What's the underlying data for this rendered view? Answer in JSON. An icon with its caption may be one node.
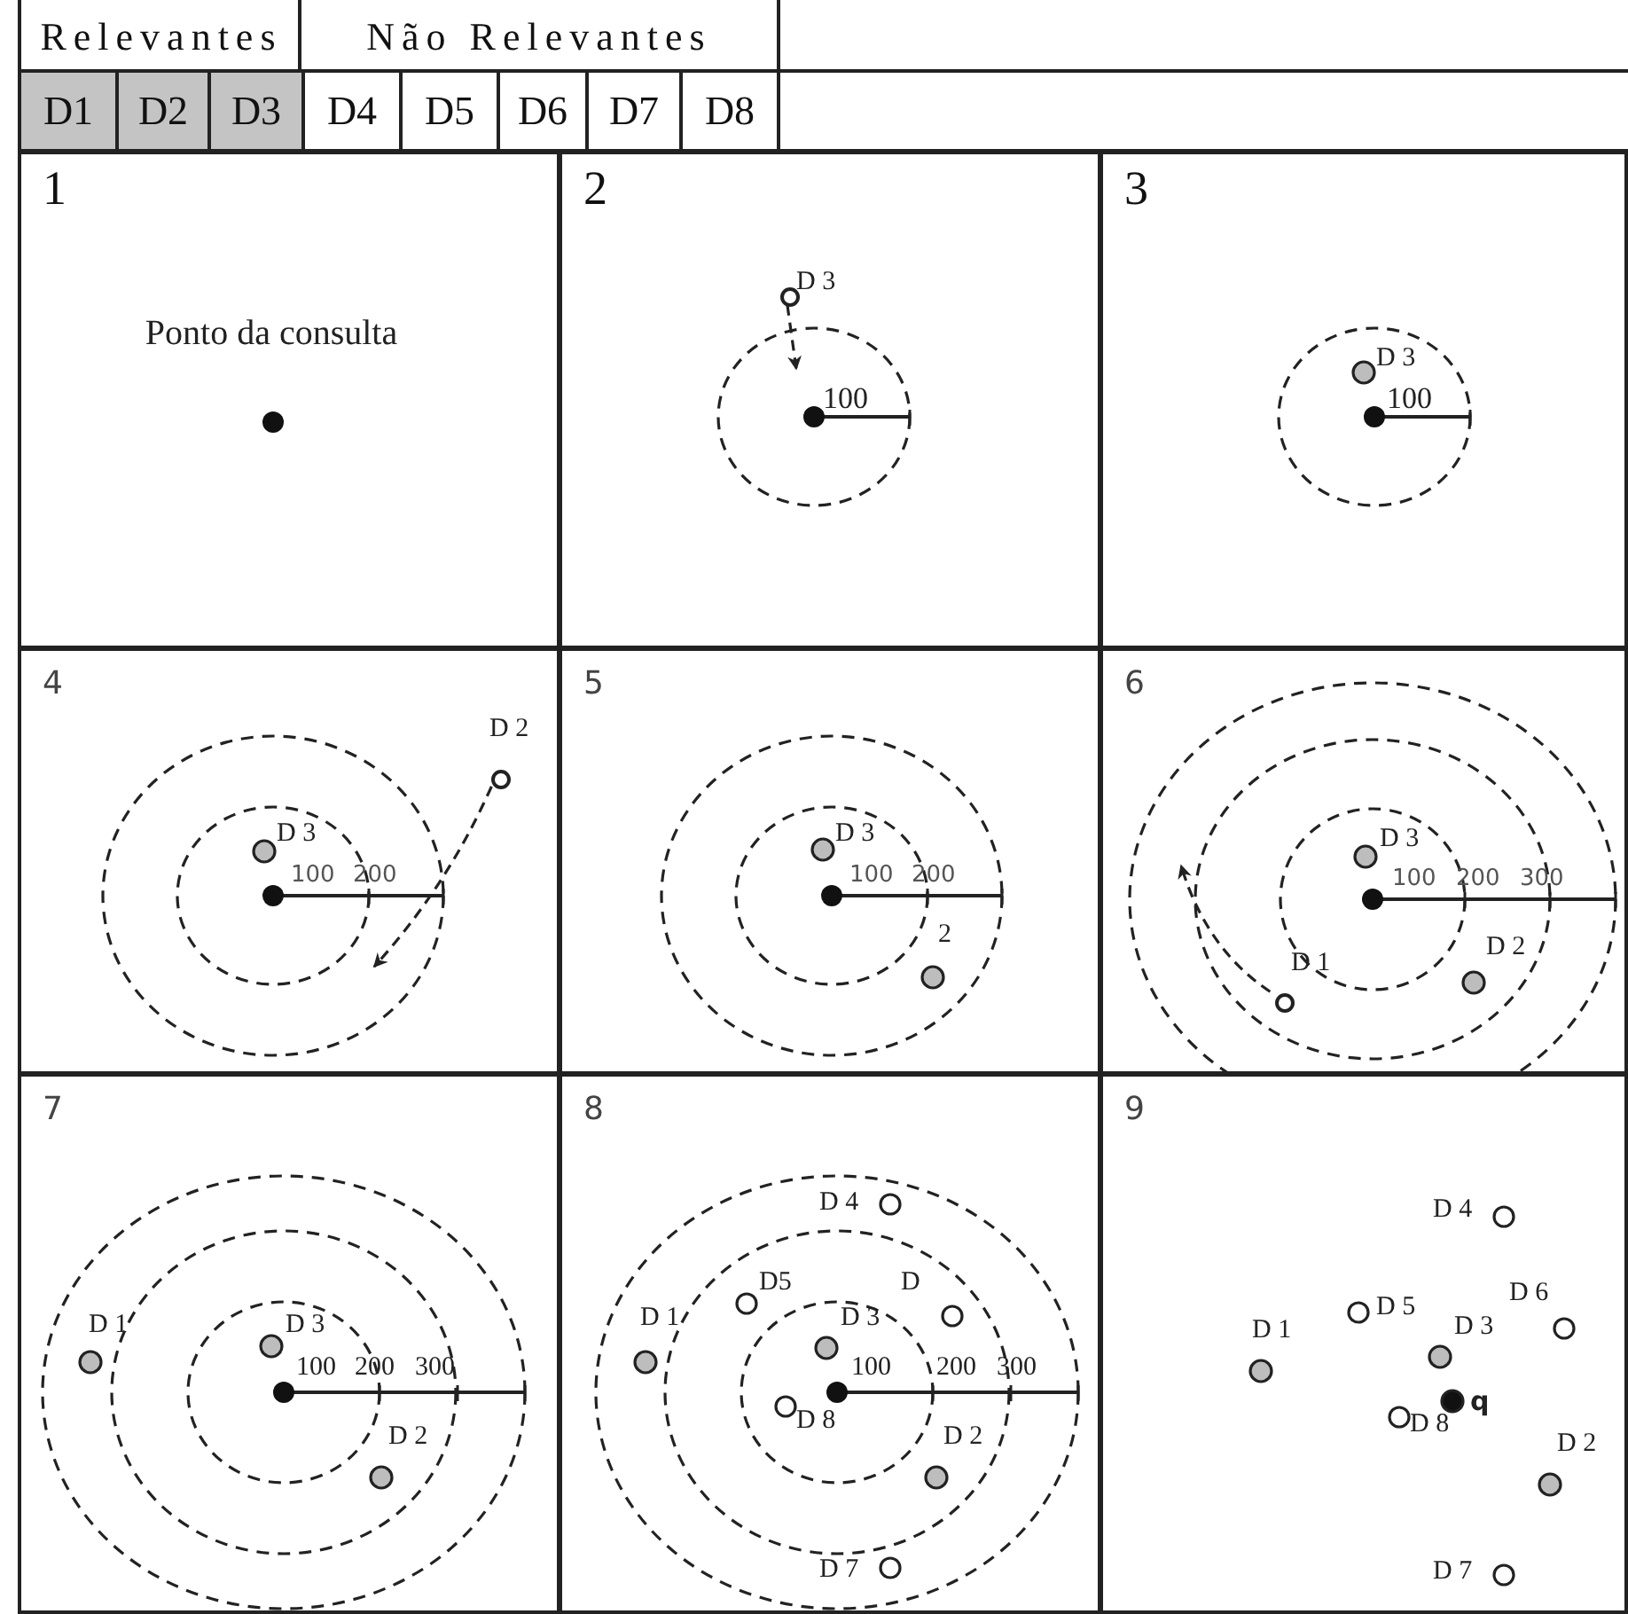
{
  "diagram": {
    "nodes": [
      {
        "text": [
          "1"
        ]
      },
      {
        "text": [
          "2"
        ]
      },
      {
        "text": [
          "3"
        ]
      },
      {
        "text": [
          "4"
        ]
      },
      {
        "text": [
          "5"
        ]
      },
      {
        "text": [
          "6"
        ]
      },
      {
        "text": [
          "7"
        ]
      },
      {
        "text": [
          "8"
        ]
      },
      {
        "text": [
          "9"
        ]
      },
      {
        "text": [],
        "shape": "circle",
        "in": 1,
        "beside": [
          "D 3"
        ]
      },
      {
        "text": [],
        "shape": "circle",
        "in": 3,
        "beside": [
          "D 2"
        ]
      },
      {
        "text": [],
        "shape": "circle",
        "in": 5,
        "beside": [
          "D 1"
        ]
      }
    ],
    "edges": [
      {
        "from": 9,
        "to": null,
        "arrow": "to",
        "style": "dashed"
      },
      {
        "from": 10,
        "to": null,
        "arrow": "to",
        "style": "dashed"
      },
      {
        "from": 11,
        "to": null,
        "arrow": "to",
        "style": "dashed"
      }
    ],
    "labels": [
      "Relevantes",
      "Não Relevantes",
      "D1",
      "D2",
      "D3",
      "D4",
      "D5",
      "D6",
      "D7",
      "D8",
      "Ponto da consulta",
      "100",
      "D 3",
      "100",
      "D 3",
      "100",
      "200",
      "D 3",
      "100",
      "200",
      "2",
      "D 3",
      "100",
      "200",
      "300",
      "D 2",
      "D 1",
      "D 3",
      "100",
      "200",
      "300",
      "D 2",
      "D 4",
      "D5",
      "D",
      "D 1",
      "D 3",
      "100",
      "200",
      "300",
      "D 8",
      "D 2",
      "D 7",
      "D 4",
      "D 5",
      "D 6",
      "D 1",
      "D 3",
      "q",
      "D 8",
      "D 2",
      "D 7"
    ]
  }
}
